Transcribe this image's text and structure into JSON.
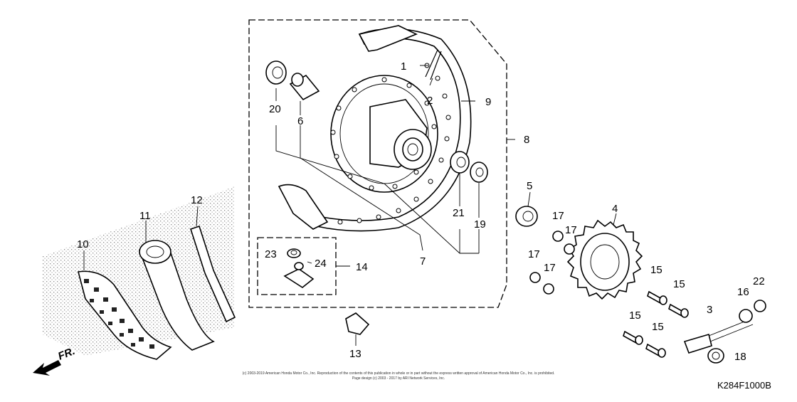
{
  "diagram": {
    "code": "K284F1000B",
    "front_label": "FR.",
    "copyright_line1": "(c) 2003-2019 American Honda Motor Co., Inc. Reproduction of the contents of this publication in whole or in part without the express written approval of American Honda Motor Co., Inc. is prohibited.",
    "copyright_line2": "Page design (c) 2003 - 2017 by ARI Network Services, Inc.",
    "callouts": [
      "1",
      "2",
      "3",
      "4",
      "5",
      "6",
      "7",
      "8",
      "9",
      "10",
      "11",
      "12",
      "13",
      "14",
      "15",
      "15",
      "15",
      "15",
      "16",
      "17",
      "17",
      "17",
      "17",
      "18",
      "19",
      "20",
      "21",
      "22",
      "23",
      "24"
    ]
  }
}
